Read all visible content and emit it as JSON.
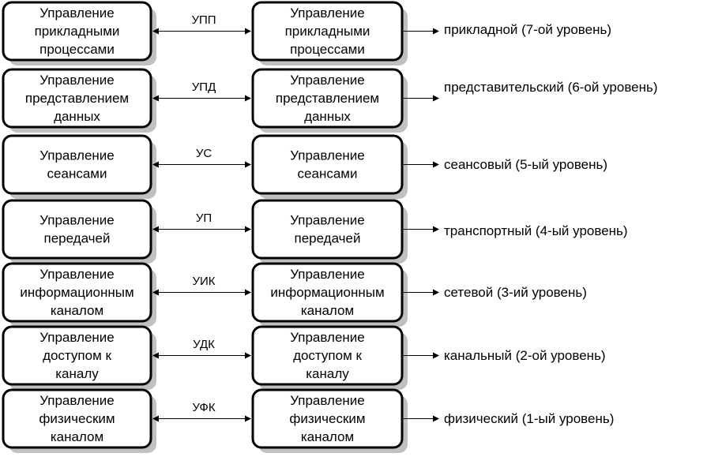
{
  "colors": {
    "box_fill": "#ffffff",
    "box_stroke": "#000000",
    "shadow": "#c0c0c0",
    "line": "#000000"
  },
  "rows": [
    {
      "left": [
        "Управление",
        "прикладными",
        "процессами"
      ],
      "protocol": "УПП",
      "right": [
        "Управление",
        "прикладными",
        "процессами"
      ],
      "level": "прикладной (7-ой уровень)"
    },
    {
      "left": [
        "Управление",
        "представлением",
        "данных"
      ],
      "protocol": "УПД",
      "right": [
        "Управление",
        "представлением",
        "данных"
      ],
      "level": "представительский (6-ой уровень)"
    },
    {
      "left": [
        "Управление",
        "сеансами"
      ],
      "protocol": "УС",
      "right": [
        "Управление",
        "сеансами"
      ],
      "level": "сеансовый (5-ый уровень)"
    },
    {
      "left": [
        "Управление",
        "передачей"
      ],
      "protocol": "УП",
      "right": [
        "Управление",
        "передачей"
      ],
      "level": "транспортный (4-ый уровень)"
    },
    {
      "left": [
        "Управление",
        "информационным",
        "каналом"
      ],
      "protocol": "УИК",
      "right": [
        "Управление",
        "информационным",
        "каналом"
      ],
      "level": "сетевой (3-ий уровень)"
    },
    {
      "left": [
        "Управление",
        "доступом к",
        "каналу"
      ],
      "protocol": "УДК",
      "right": [
        "Управление",
        "доступом к",
        "каналу"
      ],
      "level": "канальный (2-ой уровень)"
    },
    {
      "left": [
        "Управление",
        "физическим",
        "каналом"
      ],
      "protocol": "УФК",
      "right": [
        "Управление",
        "физическим",
        "каналом"
      ],
      "level": "физический (1-ый уровень)"
    }
  ]
}
